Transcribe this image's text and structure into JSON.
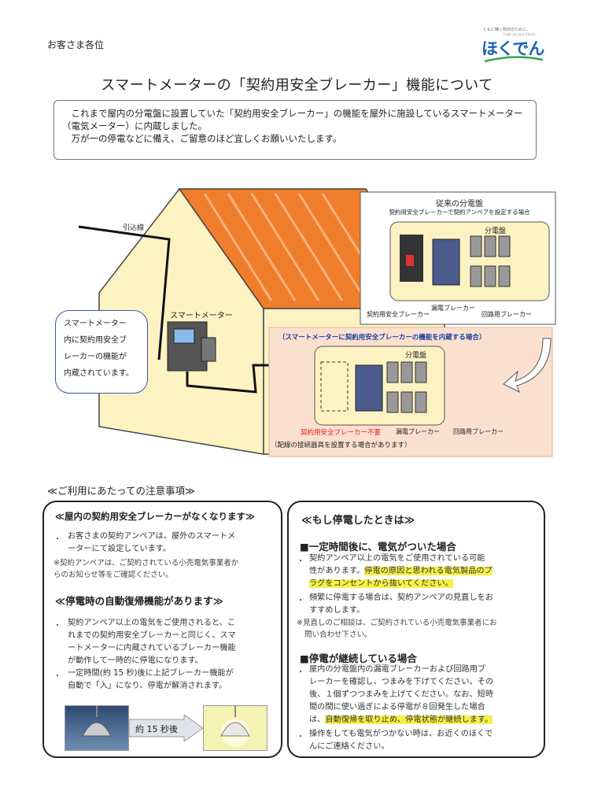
{
  "header": {
    "greeting": "お客さま各位",
    "logo_tagline": "ともに輝く明日のために。",
    "logo_subtitle": "Light up your future",
    "logo_text": "ほくでん",
    "title": "スマートメーターの「契約用安全ブレーカー」機能について"
  },
  "intro": {
    "line1": "これまで屋内の分電盤に設置していた「契約用安全ブレーカー」の機能を屋外に施設しているスマートメーター（電気メーター）に内蔵しました。",
    "line2": "万が一の停電などに備え、ご留意のほど宜しくお願いいたします。"
  },
  "illustration": {
    "lead_in_wire": "引込線",
    "smart_meter": "スマートメーター",
    "callout": [
      "スマートメーター",
      "内に契約用安全ブ",
      "レーカーの機能が",
      "内蔵されています。"
    ],
    "old_panel_title": "従来の分電盤",
    "old_panel_subtitle": "契約用安全ブレーカーで契約アンペアを設定する場合",
    "distribution_board": "分電盤",
    "contract_breaker": "契約用安全ブレーカー",
    "leakage_breaker": "漏電ブレーカー",
    "circuit_breaker": "回路用ブレーカー",
    "new_panel_title": "〔スマートメーターに契約用安全ブレーカーの機能を内蔵する場合〕",
    "breaker_not_needed": "契約用安全ブレーカー不要",
    "wiring_note": "（配線の接続器具を設置する場合があります）"
  },
  "notes_heading": "≪ご利用にあたっての注意事項≫",
  "left_panel": {
    "heading1": "≪屋内の契約用安全ブレーカーがなくなります≫",
    "item1": [
      "お客さまの契約アンペアは、屋外のスマートメ",
      "ーターにて設定しています。"
    ],
    "note1": [
      "※契約アンペアは、ご契約されている小売電気事業者か",
      "らのお知らせ等をご確認ください。"
    ],
    "heading2": "≪停電時の自動復帰機能があります≫",
    "item2": [
      "契約アンペア以上の電気をご使用されると、こ",
      "れまでの契約用安全ブレーカーと同じく、スマ",
      "ートメーターに内蔵されているブレーカー機能",
      "が動作して一時的に停電になります。"
    ],
    "item3": [
      "一定時間(約 15 秒)後に上記ブレーカー機能が",
      "自動で「入」になり、停電が解消されます。"
    ],
    "arrow_label": "約 15 秒後"
  },
  "right_panel": {
    "heading": "≪もし停電したときは≫",
    "sub1": "■一定時間後に、電気がついた場合",
    "item1_plain": [
      "契約アンペア以上の電気をご使用されている可能",
      "性があります。"
    ],
    "item1_highlight": [
      "停電の原因と思われる電気製品のプ",
      "ラグをコンセントから抜いてください。"
    ],
    "item2": [
      "頻繁に停電する場合は、契約アンペアの見直しをお",
      "すすめします。"
    ],
    "note1": [
      "※見直しのご相談は、ご契約されている小売電気事業者にお",
      "問い合わせ下さい。"
    ],
    "sub2": "■停電が継続している場合",
    "item3_plain": [
      "屋内の分電盤内の漏電ブレーカーおよび回路用ブ",
      "レーカーを確認し、つまみを下げてください。その",
      "後、１個ずつつまみを上げてください。なお、短時",
      "間の間に使い過ぎによる停電が８回発生した場合",
      "は、"
    ],
    "item3_highlight": "自動復帰を取り止め、停電状態が継続します。",
    "item4": [
      "操作をしても電気がつかない時は、お近くのほくで",
      "んにご連絡ください。"
    ]
  },
  "colors": {
    "roof": "#f07d2c",
    "wall": "#fdf3c2",
    "brand_blue": "#1c64b4",
    "logo_green": "#3aa647",
    "highlight": "#f5f24a",
    "callout_border": "#3a52b8",
    "new_panel_bg": "#fbe0d0",
    "red_text": "#e02020"
  }
}
